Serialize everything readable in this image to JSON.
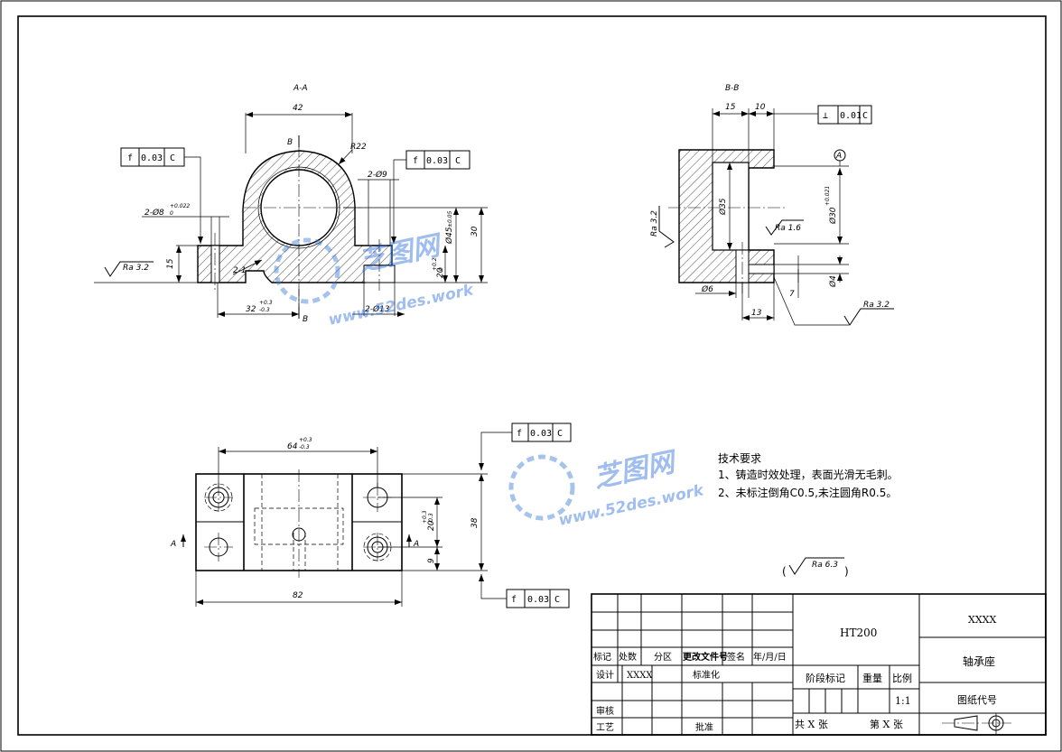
{
  "views": {
    "section_aa": {
      "label": "A-A"
    },
    "section_bb": {
      "label": "B-B"
    }
  },
  "dims": {
    "a42": "42",
    "r22": "R22",
    "b_mark": "B",
    "holes_9": "2-Ø9",
    "pin_8_base": "2-Ø8",
    "pin_8_tol_up": "+0.022",
    "pin_8_tol_lo": "0",
    "h15": "15",
    "h30": "30",
    "bore_45_base": "Ø45",
    "bore_45_tol": "±0.05",
    "h20_base": "20",
    "h20_tol_up": "+0.2",
    "h20_tol_lo": "0",
    "l32_base": "32",
    "l32_tol_up": "+0.3",
    "l32_tol_lo": "-0.3",
    "holes_13": "2-Ø13",
    "chamfer_21": "2-1",
    "b15": "15",
    "b10": "10",
    "bore_35": "Ø35",
    "bore_30_base": "Ø30",
    "bore_30_tol": "+0.021",
    "ra16": "Ra 1.6",
    "ra32_left": "Ra 3.2",
    "ra32_bb": "Ra 3.2",
    "ra32_aa": "Ra 3.2",
    "d6": "Ø6",
    "b13": "13",
    "b7": "7",
    "d4": "Ø4",
    "datum_a": "A",
    "l64_base": "64",
    "l64_tol_up": "+0.3",
    "l64_tol_lo": "-0.3",
    "w82": "82",
    "h38": "38",
    "h20b_base": "20",
    "h20b_tol_up": "+0.3",
    "h20b_tol_lo": "-0.3",
    "h9": "9",
    "a_mark": "A",
    "general_ra": "Ra 6.3"
  },
  "fcf": {
    "f1": {
      "sym": "f",
      "val": "0.03",
      "datum": "C"
    },
    "f2": {
      "sym": "f",
      "val": "0.03",
      "datum": "C"
    },
    "perp": {
      "sym": "⊥",
      "val": "0.01",
      "datum": "C"
    },
    "f3": {
      "sym": "f",
      "val": "0.03",
      "datum": "C"
    },
    "f4": {
      "sym": "f",
      "val": "0.03",
      "datum": "C"
    }
  },
  "notes": {
    "title": "技术要求",
    "line1": "1、铸造时效处理，表面光滑无毛刺。",
    "line2": "2、未标注倒角C0.5,未注圆角R0.5。"
  },
  "title_block": {
    "material": "HT200",
    "company": "XXXX",
    "part_name": "轴承座",
    "drawing_code": "图纸代号",
    "stage_label": "阶段标记",
    "weight_label": "重量",
    "scale_label": "比例",
    "scale_value": "1:1",
    "sheets_total": "共 X 张",
    "sheet_no": "第 X 张",
    "rev_headers": [
      "标记",
      "处数",
      "分区",
      "更改文件号",
      "签名",
      "年/月/日"
    ],
    "design_label": "设计",
    "designer": "XXXX",
    "standard_label": "标准化",
    "check_label": "审核",
    "process_label": "工艺",
    "approve_label": "批准"
  },
  "watermark": {
    "brand": "芝图网",
    "url": "www.52des.work"
  }
}
